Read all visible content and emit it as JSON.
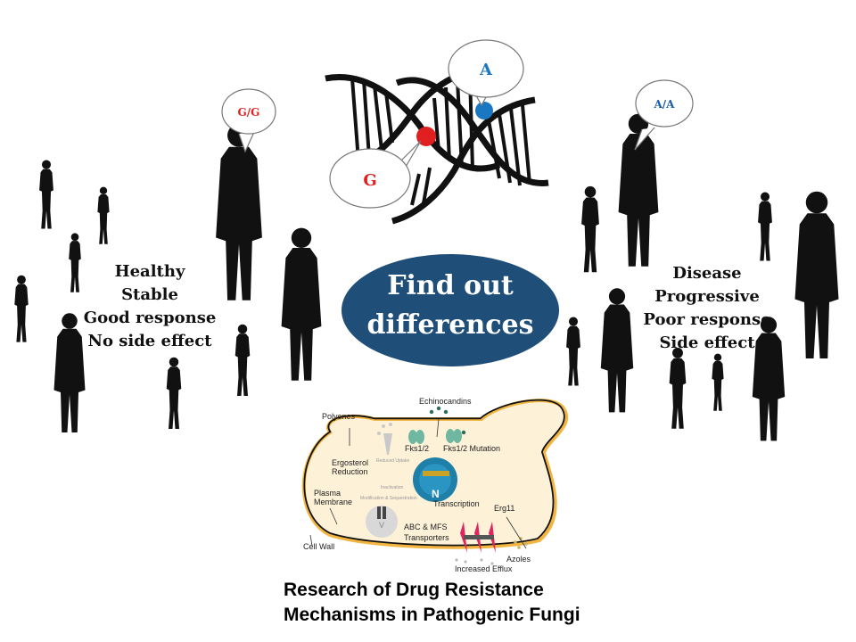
{
  "dna": {
    "allele_left": "G",
    "allele_right": "A",
    "allele_left_color": "#e02020",
    "allele_right_color": "#1a78c2"
  },
  "people": {
    "left_genotype": "G/G",
    "right_genotype": "A/A",
    "left_genotype_color": "#e02020",
    "right_genotype_color": "#1a5ea8"
  },
  "left_traits": [
    "Healthy",
    "Stable",
    "Good response",
    "No side effect"
  ],
  "right_traits": [
    "Disease",
    "Progressive",
    "Poor response",
    "Side effect"
  ],
  "center_oval": {
    "line1": "Find out",
    "line2": "differences",
    "color": "#1f4e79"
  },
  "cell_diagram": {
    "echinocandins": "Echinocandins",
    "polyenes": "Polyenes",
    "fks": "Fks1/2",
    "fks_mutation": "Fks1/2 Mutation",
    "ergosterol_reduction_1": "Ergosterol",
    "ergosterol_reduction_2": "Reduction",
    "plasma_membrane_1": "Plasma",
    "plasma_membrane_2": "Membrane",
    "cell_wall": "Cell Wall",
    "nucleus": "N",
    "transcription": "Transcription",
    "vacuole": "V",
    "abc_mfs_1": "ABC & MFS",
    "abc_mfs_2": "Transporters",
    "erg11": "Erg11",
    "azoles": "Azoles",
    "increased_efflux": "Increased Efflux",
    "faded_1": "Reduced Uptake",
    "faded_2": "Inactivation",
    "faded_3": "Modification & Sequestration"
  },
  "caption": {
    "line1": "Research of Drug Resistance",
    "line2": "Mechanisms in Pathogenic Fungi"
  }
}
